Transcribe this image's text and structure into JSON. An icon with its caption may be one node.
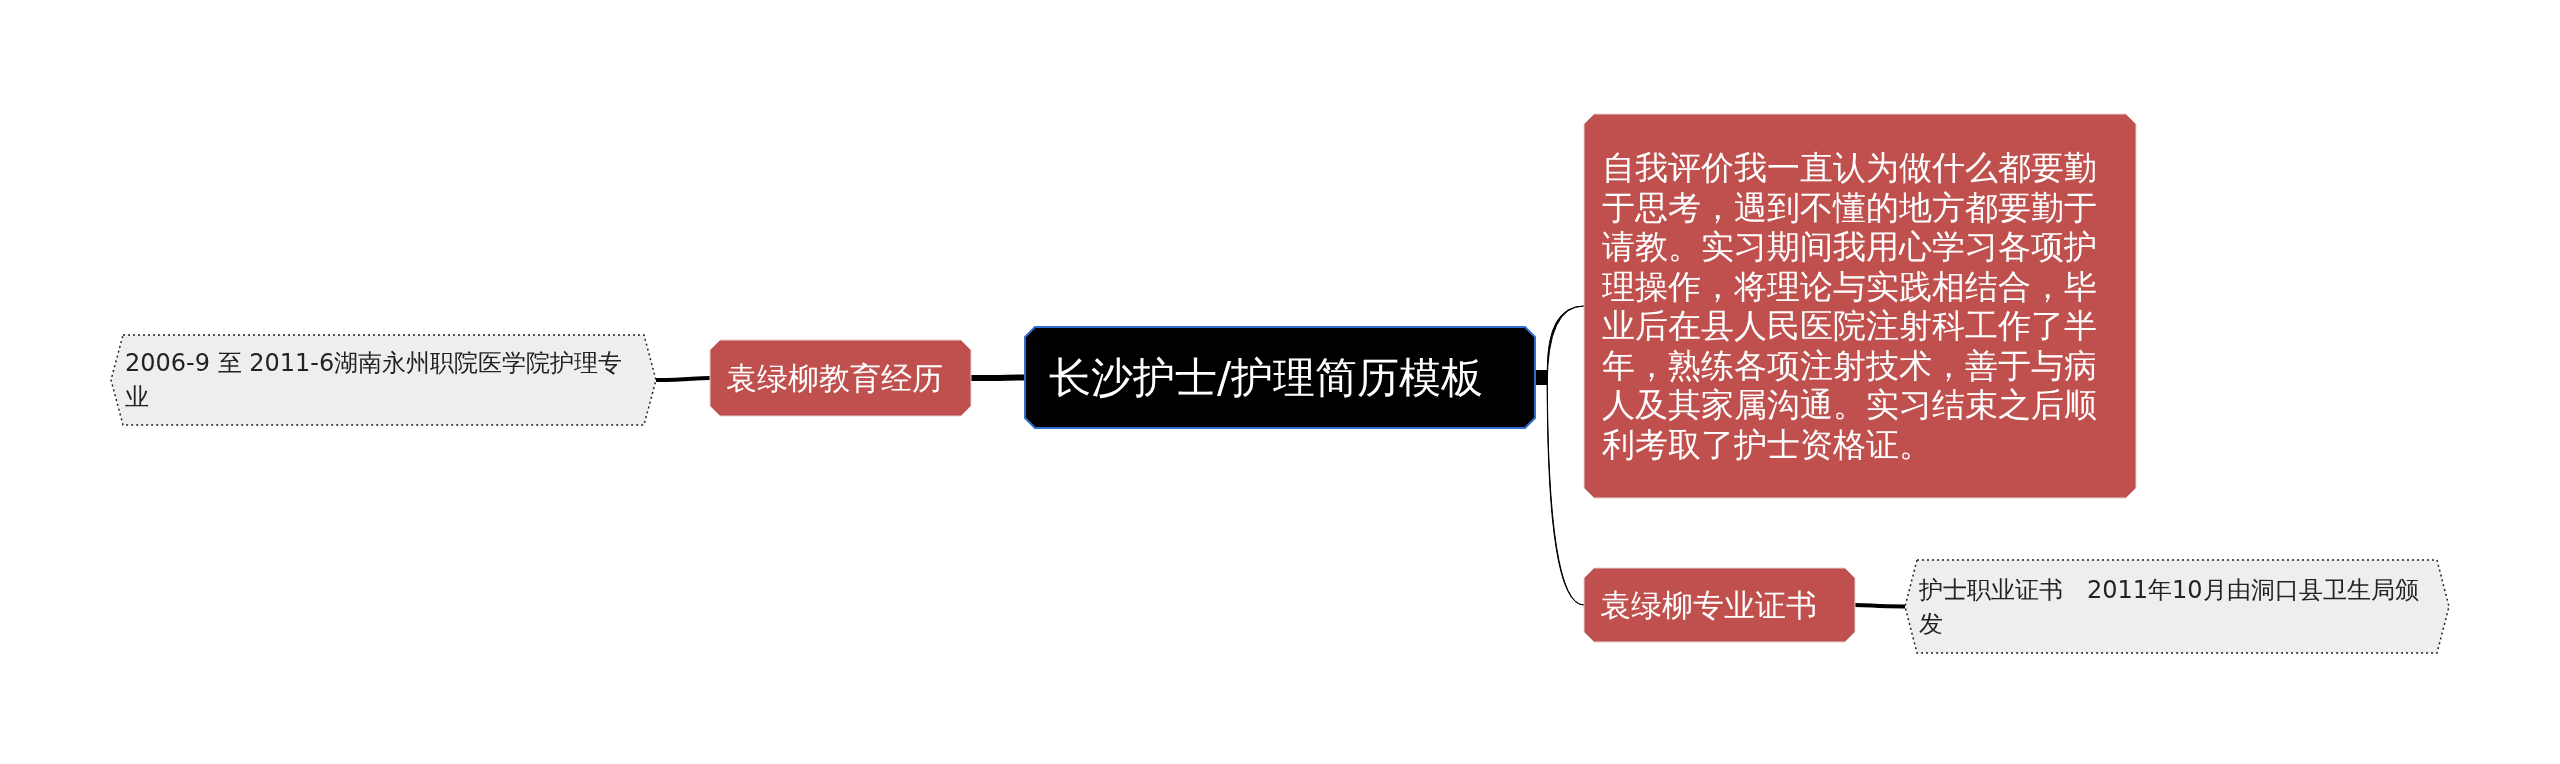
{
  "diagram": {
    "nodes": [
      {
        "text": [
          "长沙护士/护理简历模板"
        ]
      },
      {
        "text": [
          "袁绿柳教育经历"
        ]
      },
      {
        "text": [
          "2006-9 至 2011-6湖南永州职院医学院护理专业"
        ]
      },
      {
        "text": [
          "自我评价我一直认为做什么都要勤于思考，遇到不懂的地方都要勤于请教。实习期间我用心学习各项护理操作，将理论与实践相结合，毕业后在县人民医院注射科工作了半年，熟练各项注射技术，善于与病人及其家属沟通。实习结束之后顺利考取了护士资格证。"
        ]
      },
      {
        "text": [
          "袁绿柳专业证书"
        ]
      },
      {
        "text": [
          "护士职业证书　2011年10月由洞口县卫生局颁发"
        ]
      }
    ],
    "edges": [
      {
        "from": 0,
        "to": 1,
        "arrow": "none"
      },
      {
        "from": 1,
        "to": 2,
        "arrow": "none"
      },
      {
        "from": 0,
        "to": 3,
        "arrow": "none"
      },
      {
        "from": 0,
        "to": 4,
        "arrow": "none"
      },
      {
        "from": 4,
        "to": 5,
        "arrow": "none"
      }
    ]
  }
}
